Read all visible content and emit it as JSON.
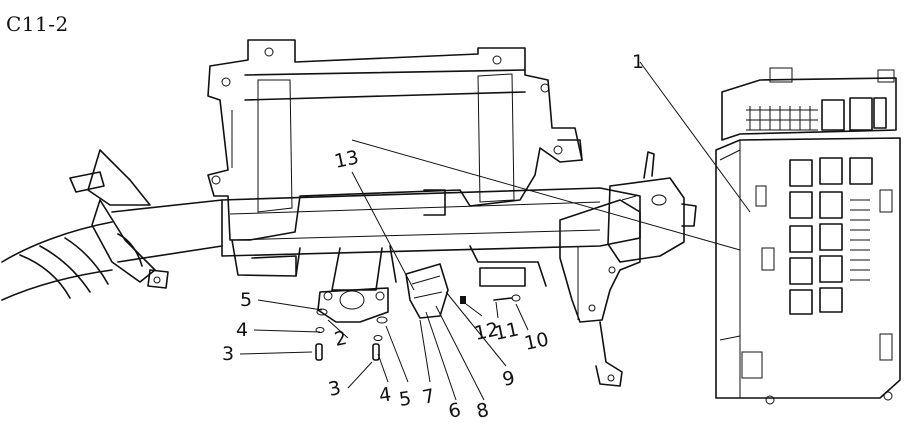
{
  "drawing": {
    "title": "C11-2",
    "callouts": [
      {
        "id": "1",
        "label": "1"
      },
      {
        "id": "2",
        "label": "2"
      },
      {
        "id": "3a",
        "label": "3"
      },
      {
        "id": "3b",
        "label": "3"
      },
      {
        "id": "4a",
        "label": "4"
      },
      {
        "id": "4b",
        "label": "4"
      },
      {
        "id": "5a",
        "label": "5"
      },
      {
        "id": "5b",
        "label": "5"
      },
      {
        "id": "6",
        "label": "6"
      },
      {
        "id": "7",
        "label": "7"
      },
      {
        "id": "8",
        "label": "8"
      },
      {
        "id": "9",
        "label": "9"
      },
      {
        "id": "10",
        "label": "10"
      },
      {
        "id": "11",
        "label": "11"
      },
      {
        "id": "12",
        "label": "12"
      },
      {
        "id": "13",
        "label": "13"
      }
    ]
  }
}
